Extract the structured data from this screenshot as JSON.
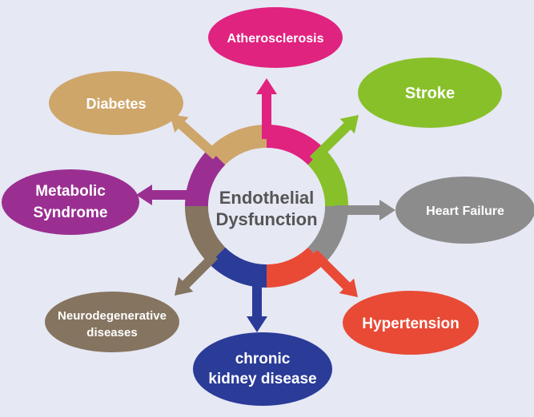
{
  "center": {
    "lines": [
      "Endothelial",
      "Dysfunction"
    ]
  },
  "nodes": [
    {
      "id": "atherosclerosis",
      "lines": [
        "Atherosclerosis"
      ],
      "color": "#e0237f"
    },
    {
      "id": "stroke",
      "lines": [
        "Stroke"
      ],
      "color": "#88c02a"
    },
    {
      "id": "heart-failure",
      "lines": [
        "Heart Failure"
      ],
      "color": "#8c8c8c"
    },
    {
      "id": "hypertension",
      "lines": [
        "Hypertension"
      ],
      "color": "#e84a35"
    },
    {
      "id": "chronic-kidney-disease",
      "lines": [
        "chronic",
        "kidney disease"
      ],
      "color": "#2a3b98"
    },
    {
      "id": "neurodegenerative-diseases",
      "lines": [
        "Neurodegenerative",
        "diseases"
      ],
      "color": "#85745f"
    },
    {
      "id": "metabolic-syndrome",
      "lines": [
        "Metabolic",
        "Syndrome"
      ],
      "color": "#9b2f91"
    },
    {
      "id": "diabetes",
      "lines": [
        "Diabetes"
      ],
      "color": "#cea66a"
    }
  ]
}
